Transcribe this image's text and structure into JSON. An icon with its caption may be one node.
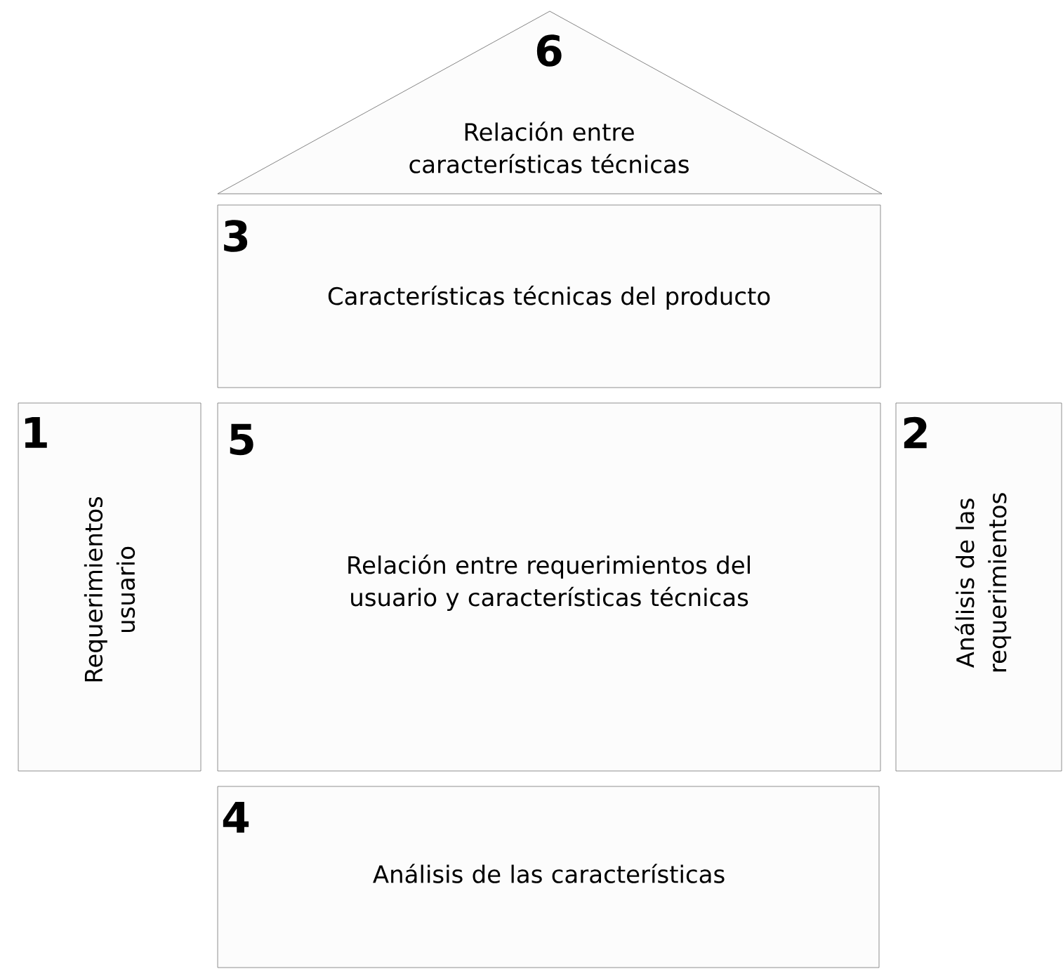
{
  "diagram": {
    "nodes": [
      {
        "text": [
          "6",
          "Relación entre características técnicas"
        ]
      },
      {
        "text": [
          "3",
          "Características técnicas del producto"
        ]
      },
      {
        "text": [
          "1",
          "Requerimientos usuario"
        ]
      },
      {
        "text": [
          "5",
          "Relación entre requerimientos del usuario y características técnicas"
        ]
      },
      {
        "text": [
          "2",
          "Análisis de las requerimientos"
        ]
      },
      {
        "text": [
          "4",
          "Análisis de las características"
        ]
      }
    ]
  }
}
